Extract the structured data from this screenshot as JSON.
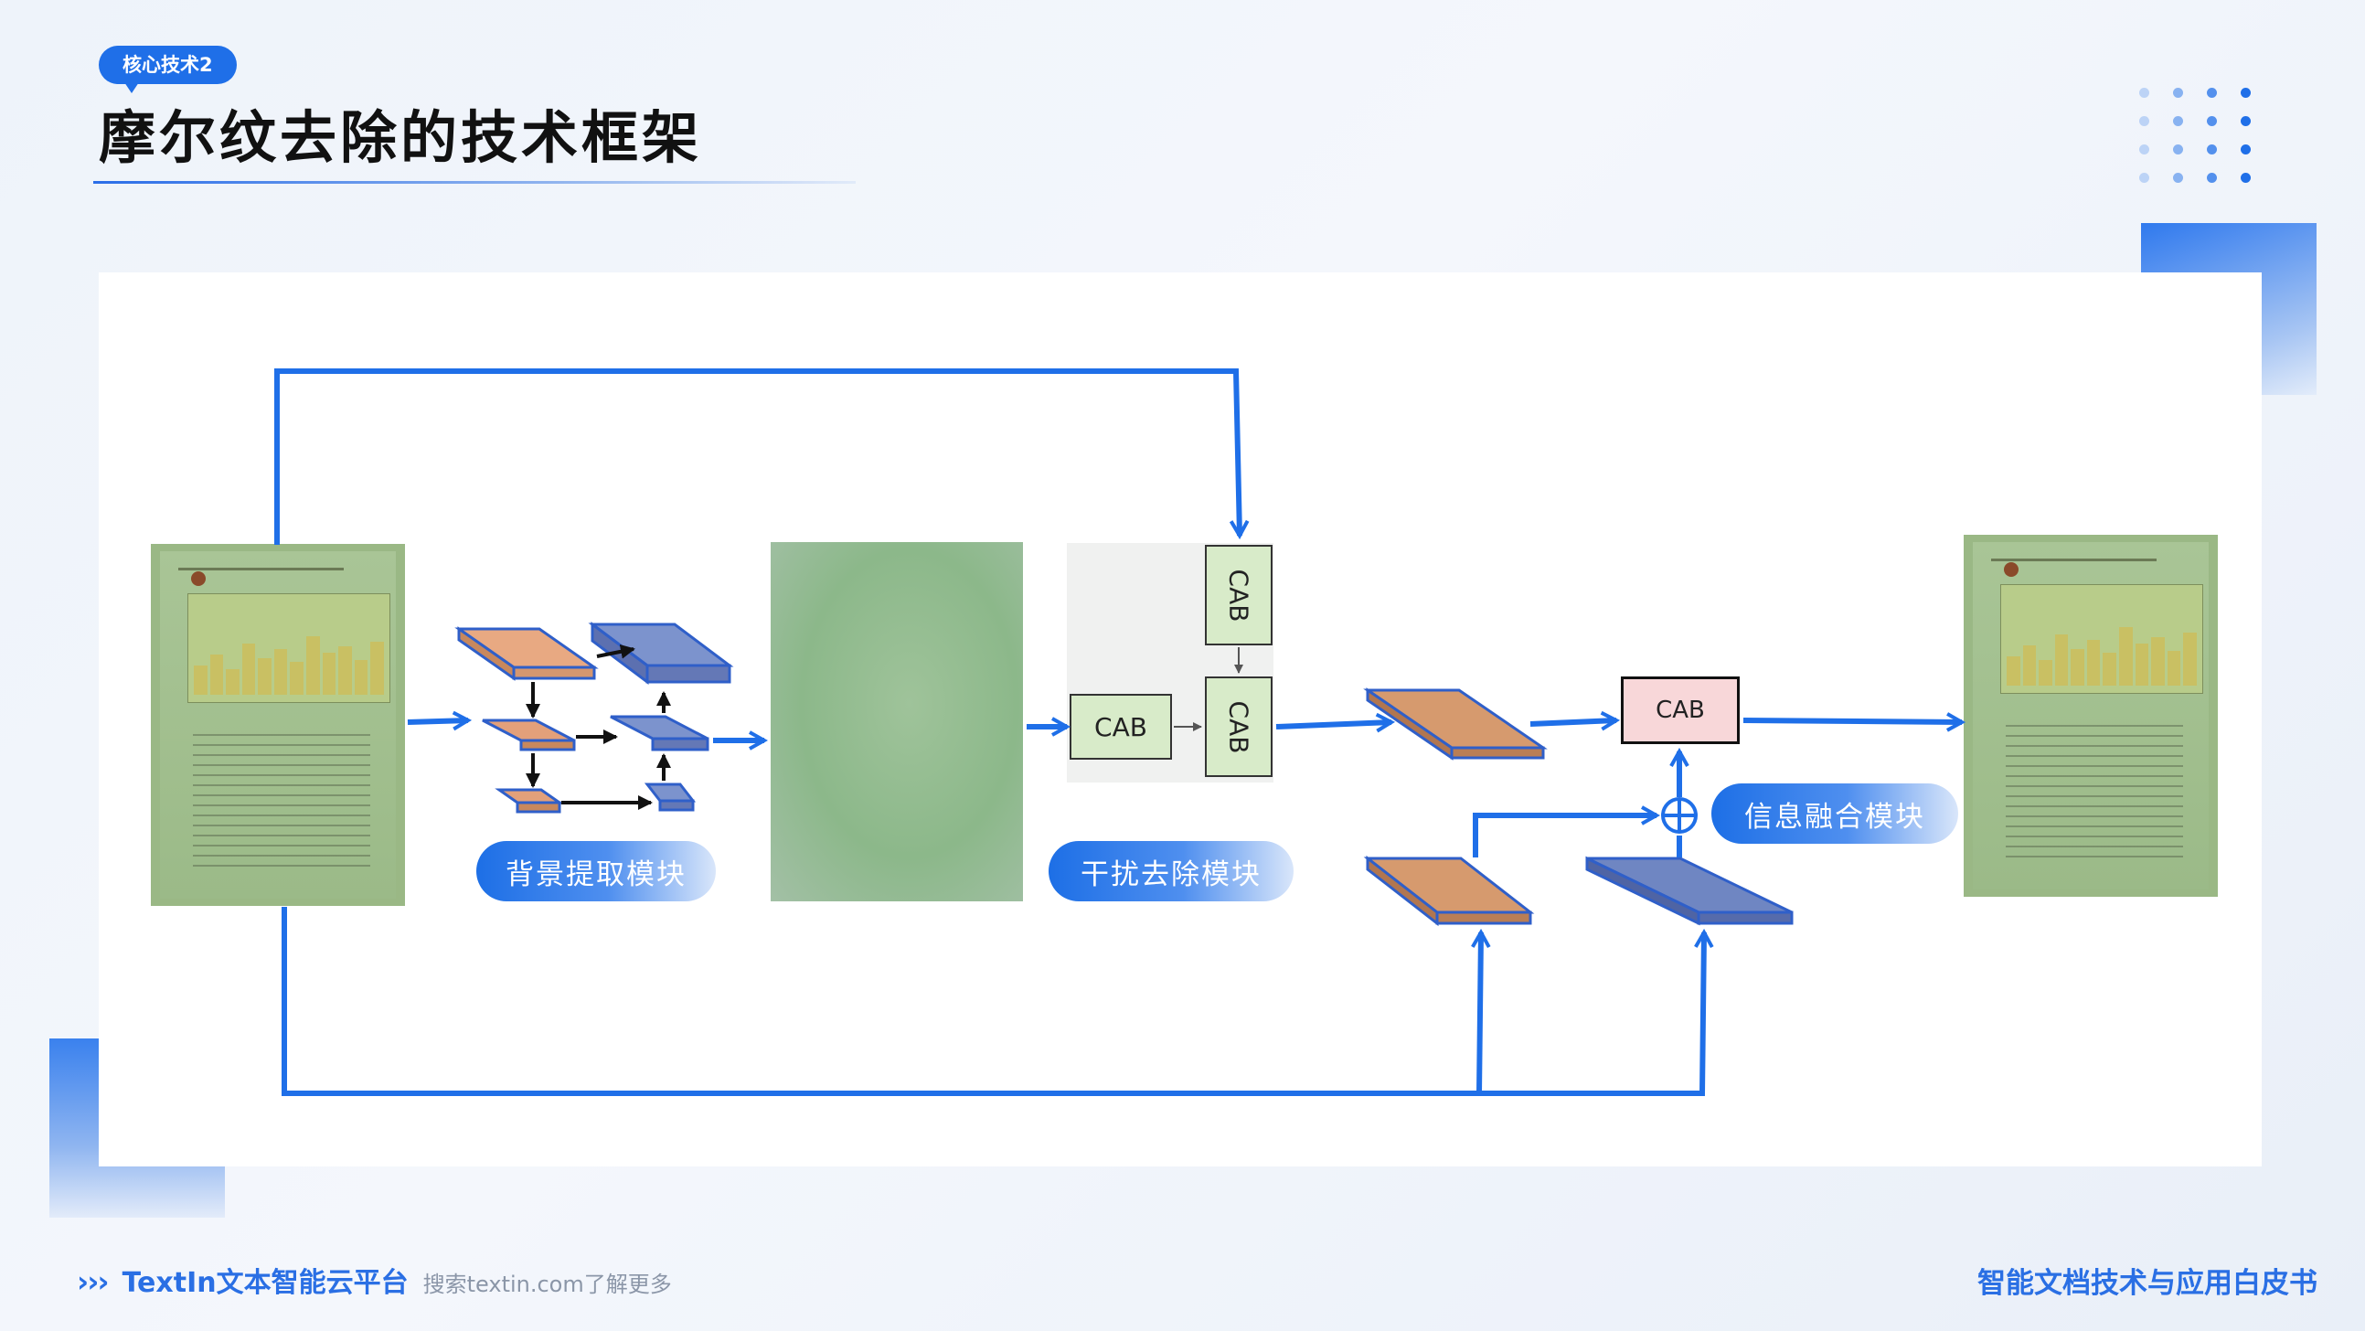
{
  "header": {
    "badge": "核心技术2",
    "title": "摩尔纹去除的技术框架"
  },
  "diagram": {
    "module_labels": {
      "background_extraction": "背景提取模块",
      "interference_removal": "干扰去除模块",
      "information_fusion": "信息融合模块"
    },
    "cab_label": "CAB",
    "colors": {
      "arrow": "#1f6fe8",
      "orange_layer": "#d69a6e",
      "blue_layer": "#6f86c2",
      "cab_green": "#d8ebc9",
      "cab_pink": "#f8d7d9"
    }
  },
  "footer": {
    "chevrons": "›››",
    "brand": "TextIn文本智能云平台",
    "hint": "搜索textin.com了解更多",
    "right": "智能文档技术与应用白皮书"
  }
}
